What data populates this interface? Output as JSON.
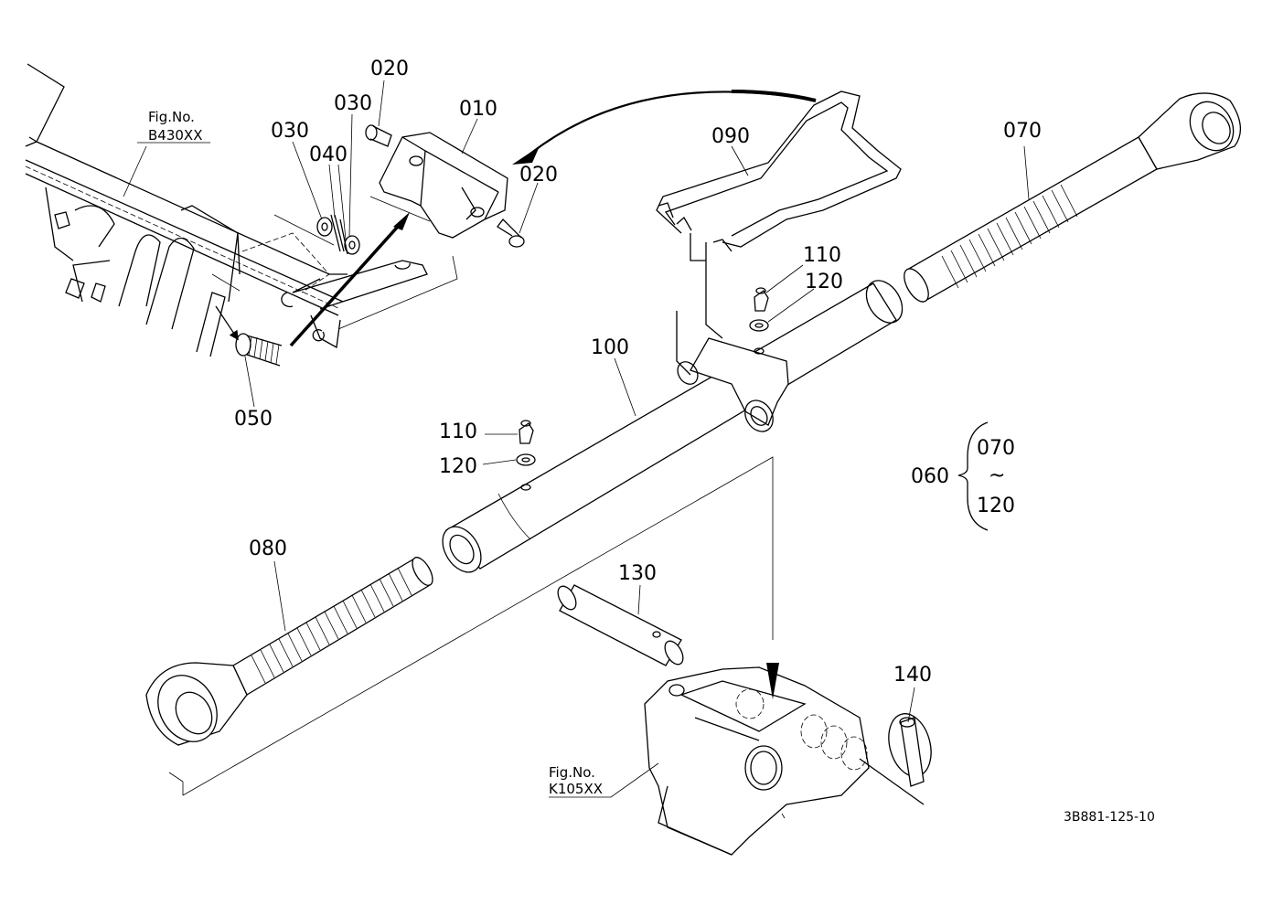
{
  "parts": {
    "p010": "010",
    "p020a": "020",
    "p020b": "020",
    "p030a": "030",
    "p030b": "030",
    "p040": "040",
    "p050": "050",
    "p060": "060",
    "p070": "070",
    "p070_range_top": "070",
    "p080": "080",
    "p090": "090",
    "p100": "100",
    "p110a": "110",
    "p110b": "110",
    "p120a": "120",
    "p120b": "120",
    "p120_range_bottom": "120",
    "p130": "130",
    "p140": "140",
    "range_symbol": "~"
  },
  "references": {
    "fig_a_line1": "Fig.No.",
    "fig_a_line2": "B430XX",
    "fig_b_line1": "Fig.No.",
    "fig_b_line2": "K105XX"
  },
  "document": {
    "code": "3B881-125-10"
  },
  "colors": {
    "ink": "#000000",
    "paper": "#ffffff"
  }
}
